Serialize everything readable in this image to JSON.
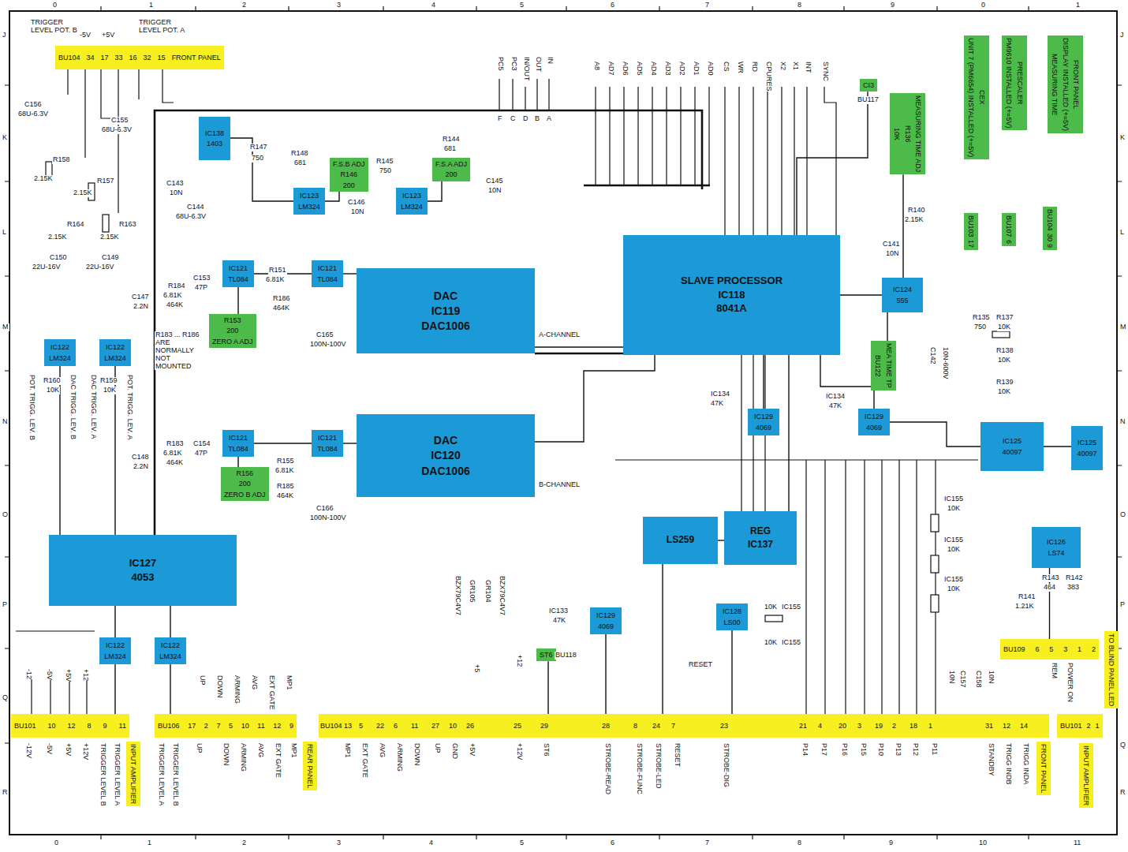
{
  "diagram": {
    "nodes": [
      {
        "text": [
          "IC127",
          "4053"
        ]
      },
      {
        "text": [
          "IC122",
          "LM324"
        ]
      },
      {
        "text": [
          "IC122",
          "LM324"
        ]
      },
      {
        "text": [
          "IC122",
          "LM324"
        ]
      },
      {
        "text": [
          "IC122",
          "LM324"
        ]
      },
      {
        "text": [
          "IC138",
          "1403"
        ]
      },
      {
        "text": [
          "IC123",
          "LM324"
        ]
      },
      {
        "text": [
          "IC123",
          "LM324"
        ]
      },
      {
        "text": [
          "IC121",
          "TL084"
        ]
      },
      {
        "text": [
          "IC121",
          "TL084"
        ]
      },
      {
        "text": [
          "IC121",
          "TL084"
        ]
      },
      {
        "text": [
          "IC121",
          "TL084"
        ]
      },
      {
        "text": [
          "DAC",
          "IC119",
          "DAC1006"
        ]
      },
      {
        "text": [
          "DAC",
          "IC120",
          "DAC1006"
        ]
      },
      {
        "text": [
          "SLAVE PROCESSOR",
          "IC118",
          "8041A"
        ]
      },
      {
        "text": [
          "IC129",
          "4069"
        ]
      },
      {
        "text": [
          "IC129",
          "4069"
        ]
      },
      {
        "text": [
          "IC129",
          "4069"
        ]
      },
      {
        "text": [
          "IC125",
          "40097"
        ]
      },
      {
        "text": [
          "IC125",
          "40097"
        ]
      },
      {
        "text": [
          "IC124",
          "555"
        ]
      },
      {
        "text": [
          "REG",
          "IC137"
        ]
      },
      {
        "text": [
          "LS259"
        ]
      },
      {
        "text": [
          "IC128",
          "LS00"
        ]
      },
      {
        "text": [
          "IC126",
          "LS74"
        ]
      },
      {
        "text": [
          "BU104",
          "34",
          "17",
          "33",
          "16",
          "32",
          "15",
          "FRONT PANEL"
        ]
      },
      {
        "text": [
          "BU101",
          "10",
          "12",
          "8",
          "9",
          "11"
        ]
      },
      {
        "text": [
          "INPUT AMPLIFIER"
        ]
      },
      {
        "text": [
          "BU106",
          "17",
          "2",
          "7",
          "5",
          "10",
          "11",
          "12",
          "9"
        ]
      },
      {
        "text": [
          "REAR PANEL"
        ]
      },
      {
        "text": [
          "BU104",
          "13",
          "5",
          "22",
          "6",
          "11",
          "27",
          "10",
          "26",
          "25",
          "29",
          "28",
          "8",
          "24",
          "7",
          "23",
          "21",
          "4",
          "20",
          "3",
          "19",
          "2",
          "18",
          "1",
          "31",
          "12",
          "14"
        ]
      },
      {
        "text": [
          "FRONT PANEL"
        ]
      },
      {
        "text": [
          "BU101",
          "2",
          "1"
        ]
      },
      {
        "text": [
          "INPUT AMPLIFIER"
        ]
      },
      {
        "text": [
          "BU109",
          "6",
          "5",
          "3",
          "1",
          "2"
        ]
      },
      {
        "text": [
          "TO BLIND PANEL LED"
        ]
      },
      {
        "text": [
          "FRONT PANEL",
          "DISPLAY INSTALLED (+=5V)",
          "MEASURING TIME"
        ]
      },
      {
        "text": [
          "PRESCALER",
          "PM9610 INSTALLED (+=5V)"
        ]
      },
      {
        "text": [
          "CEX",
          "UNIT 7 (PM6654) INSTALLED (+=5V)"
        ]
      },
      {
        "text": [
          "BU104",
          "30",
          "9"
        ]
      },
      {
        "text": [
          "BU107",
          "6"
        ]
      },
      {
        "text": [
          "BU103",
          "17"
        ]
      },
      {
        "text": [
          "MEASURING TIME ADJ",
          "R136",
          "10K"
        ]
      },
      {
        "text": [
          "F.S.B ADJ",
          "R146",
          "200"
        ]
      },
      {
        "text": [
          "F.S.A ADJ",
          "200"
        ]
      },
      {
        "text": [
          "R153",
          "200",
          "ZERO A ADJ"
        ]
      },
      {
        "text": [
          "R156",
          "200",
          "ZERO B ADJ"
        ]
      },
      {
        "text": [
          "CI3"
        ]
      },
      {
        "text": [
          "MEA TIME TP",
          "BU122"
        ]
      },
      {
        "text": [
          "ST6"
        ]
      }
    ],
    "edges": [
      {
        "from": 12,
        "to": 14,
        "arrow": "none"
      },
      {
        "from": 13,
        "to": 14,
        "arrow": "none"
      },
      {
        "from": 9,
        "to": 12,
        "arrow": "none"
      },
      {
        "from": 8,
        "to": 9,
        "arrow": "none"
      },
      {
        "from": 11,
        "to": 13,
        "arrow": "none"
      },
      {
        "from": 10,
        "to": 11,
        "arrow": "none"
      },
      {
        "from": 45,
        "to": 8,
        "arrow": "none"
      },
      {
        "from": 46,
        "to": 10,
        "arrow": "none"
      },
      {
        "from": 5,
        "to": 6,
        "arrow": "none"
      },
      {
        "from": 6,
        "to": 43,
        "arrow": "none"
      },
      {
        "from": 7,
        "to": 44,
        "arrow": "none"
      },
      {
        "from": 3,
        "to": 0,
        "arrow": "none"
      },
      {
        "from": 4,
        "to": 0,
        "arrow": "none"
      },
      {
        "from": 0,
        "to": 1,
        "arrow": "none"
      },
      {
        "from": 0,
        "to": 2,
        "arrow": "none"
      },
      {
        "from": 2,
        "to": 28,
        "arrow": "none"
      },
      {
        "from": 1,
        "to": 26,
        "arrow": "none"
      },
      {
        "from": 14,
        "to": 21,
        "arrow": "none"
      },
      {
        "from": 22,
        "to": 21,
        "arrow": "none"
      },
      {
        "from": 22,
        "to": 30,
        "arrow": "none"
      },
      {
        "from": 14,
        "to": 15,
        "arrow": "none"
      },
      {
        "from": 14,
        "to": 16,
        "arrow": "none"
      },
      {
        "from": 16,
        "to": 18,
        "arrow": "none"
      },
      {
        "from": 18,
        "to": 19,
        "arrow": "none"
      },
      {
        "from": 20,
        "to": 14,
        "arrow": "none"
      },
      {
        "from": 42,
        "to": 20,
        "arrow": "none"
      },
      {
        "from": 48,
        "to": 20,
        "arrow": "none"
      },
      {
        "from": 24,
        "to": 34,
        "arrow": "none"
      },
      {
        "from": 23,
        "to": 30,
        "arrow": "none"
      },
      {
        "from": 17,
        "to": 30,
        "arrow": "none"
      },
      {
        "from": 49,
        "to": 30,
        "arrow": "none"
      },
      {
        "from": 47,
        "to": 14,
        "arrow": "none"
      }
    ],
    "labels": [
      "0",
      "1",
      "2",
      "3",
      "4",
      "5",
      "6",
      "7",
      "8",
      "9",
      "0",
      "1",
      "0",
      "1",
      "2",
      "3",
      "4",
      "5",
      "6",
      "7",
      "8",
      "9",
      "10",
      "11",
      "J",
      "K",
      "L",
      "M",
      "N",
      "O",
      "P",
      "Q",
      "R",
      "J",
      "K",
      "L",
      "M",
      "N",
      "O",
      "P",
      "Q",
      "R",
      "TRIGGER LEVEL POT. B",
      "-5V",
      "+5V",
      "TRIGGER LEVEL POT. A",
      "C156",
      "68U-6.3V",
      "C155",
      "68U-6.3V",
      "R158",
      "2.15K",
      "R157",
      "2.15K",
      "R164",
      "2.15K",
      "R163",
      "2.15K",
      "C150",
      "22U-16V",
      "C149",
      "22U-16V",
      "R147",
      "750",
      "R148",
      "681",
      "C143",
      "10N",
      "C144",
      "68U-6.3V",
      "R145",
      "750",
      "R144",
      "681",
      "C145",
      "10N",
      "C146",
      "10N",
      "C147",
      "2.2N",
      "R184",
      "6.81K",
      "464K",
      "C153",
      "47P",
      "R151",
      "6.81K",
      "R186",
      "464K",
      "R183 ... R186 ARE NORMALLY NOT MOUNTED",
      "C165",
      "100N-100V",
      "A-CHANNEL",
      "POT. TRIGG. LEV. B",
      "R160",
      "10K",
      "DAC TRIGG. LEV. B",
      "DAC TRIGG. LEV. A",
      "R159",
      "10K",
      "POT. TRIGG. LEV. A",
      "C148",
      "2.2N",
      "R183",
      "6.81K",
      "464K",
      "C154",
      "47P",
      "R155",
      "6.81K",
      "R185",
      "464K",
      "C166",
      "100N-100V",
      "B-CHANNEL",
      "BZX79C4V7",
      "GR105",
      "GR104",
      "BZX79C4V7",
      "+12",
      "+5",
      "-12",
      "-5V",
      "+5V",
      "+12",
      "-12V",
      "-5V",
      "+5V",
      "+12V",
      "TRIGGER LEVEL B",
      "TRIGGER LEVEL A",
      "TRIGGER LEVEL A",
      "TRIGGER LEVEL B",
      "UP",
      "DOWN",
      "ARMING",
      "AVG",
      "EXT GATE",
      "MP1",
      "UP",
      "DOWN",
      "ARMING",
      "AVG",
      "EXT GATE",
      "MP1",
      "MP1",
      "EXT GATE",
      "AVG",
      "ARMING",
      "DOWN",
      "UP",
      "GND",
      "+5V",
      "+12V",
      "ST6",
      "STROBE-READ",
      "STROBE-FUNC",
      "STROBE-LED",
      "RESET",
      "STROBE-DIG",
      "P14",
      "P17",
      "P16",
      "P15",
      "P10",
      "P13",
      "P12",
      "P11",
      "STANDBY",
      "TRIGG INDB",
      "TRIGG INDA",
      "PC5",
      "PC3",
      "IN/OUT",
      "OUT",
      "IN",
      "A8",
      "AD7",
      "AD6",
      "AD5",
      "AD4",
      "AD3",
      "AD2",
      "AD1",
      "AD0",
      "CS",
      "WR",
      "RD",
      "CPURES",
      "X2",
      "X1",
      "INT",
      "SYNC",
      "F",
      "C",
      "D",
      "B",
      "A",
      "R140",
      "2.15K",
      "C141",
      "10N",
      "C142",
      "10N-600V",
      "R135",
      "750",
      "R137",
      "10K",
      "R138",
      "10K",
      "R139",
      "10K",
      "BU117",
      "BU118",
      "RESET",
      "IC155",
      "10K",
      "IC155",
      "10K",
      "IC155",
      "10K",
      "IC155",
      "10K",
      "IC155",
      "10K",
      "C157",
      "10N",
      "C158",
      "10N",
      "R141",
      "1.21K",
      "R143",
      "464",
      "R142",
      "383",
      "REM",
      "POWER ON",
      "IC133",
      "47K",
      "IC134",
      "47K",
      "IC134",
      "47K"
    ]
  }
}
